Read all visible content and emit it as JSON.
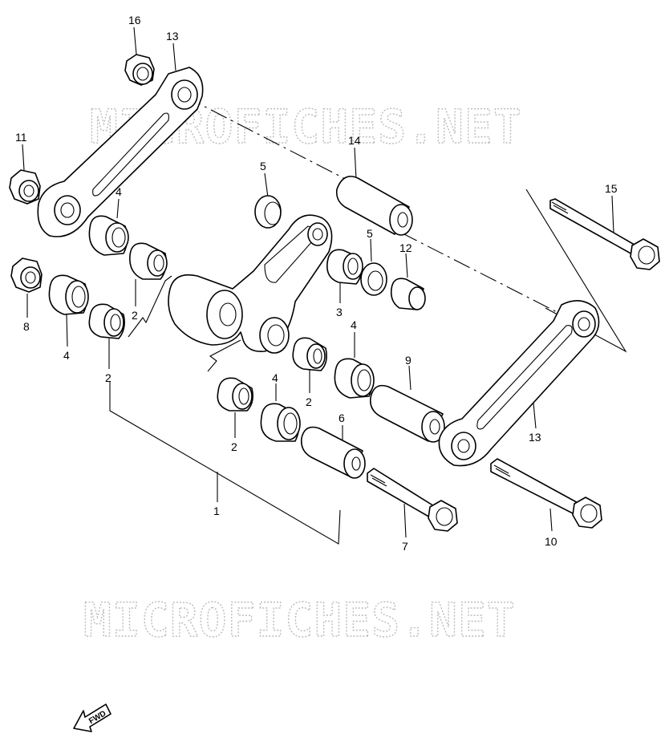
{
  "diagram": {
    "watermark_top": "MICROFICHES.NET",
    "watermark_bottom": "MICROFICHES.NET",
    "direction_label": "FWD",
    "callouts": {
      "c16": "16",
      "c13a": "13",
      "c11": "11",
      "c14": "14",
      "c15": "15",
      "c4a": "4",
      "c5a": "5",
      "c5b": "5",
      "c12": "12",
      "c3": "3",
      "c8": "8",
      "c4b": "4",
      "c2a": "2",
      "c2b": "2",
      "c4c": "4",
      "c9": "9",
      "c2c": "2",
      "c4d": "4",
      "c2d": "2",
      "c6": "6",
      "c13b": "13",
      "c1": "1",
      "c7": "7",
      "c10": "10"
    }
  }
}
